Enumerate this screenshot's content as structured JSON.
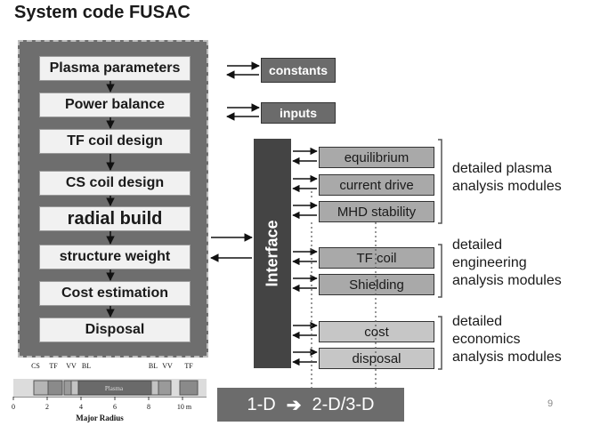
{
  "title": "System code FUSAC",
  "chain_steps": [
    {
      "label": "Plasma parameters"
    },
    {
      "label": "Power balance"
    },
    {
      "label": "TF coil design"
    },
    {
      "label": "CS coil design"
    },
    {
      "label": "radial build",
      "emphasis": true
    },
    {
      "label": "structure weight"
    },
    {
      "label": "Cost estimation"
    },
    {
      "label": "Disposal"
    }
  ],
  "side_boxes": {
    "constants": "constants",
    "inputs": "inputs"
  },
  "interface_label": "Interface",
  "modules": [
    {
      "label": "equilibrium",
      "group": "plasma"
    },
    {
      "label": "current drive",
      "group": "plasma"
    },
    {
      "label": "MHD stability",
      "group": "plasma"
    },
    {
      "label": "TF coil",
      "group": "engineering"
    },
    {
      "label": "Shielding",
      "group": "engineering"
    },
    {
      "label": "cost",
      "group": "economics"
    },
    {
      "label": "disposal",
      "group": "economics"
    }
  ],
  "group_labels": {
    "plasma": [
      "detailed plasma",
      "analysis modules"
    ],
    "engineering": [
      "detailed",
      "engineering",
      "analysis modules"
    ],
    "economics": [
      "detailed",
      "economics",
      "analysis modules"
    ]
  },
  "radial_build": {
    "components": [
      "CS",
      "TF",
      "VV",
      "BL",
      "BL",
      "VV",
      "TF"
    ],
    "plasma_label": "Plasma",
    "tick_labels": [
      "0",
      "2",
      "4",
      "6",
      "8",
      "10 m"
    ],
    "axis_label": "Major Radius"
  },
  "dimension": {
    "from": "1-D",
    "arrow": "➔",
    "to": "2-D/3-D"
  },
  "slide_number": "9",
  "colors": {
    "chain_bg": "#6e6e6e",
    "interface": "#444444",
    "module": "#a9a9a9",
    "module_light": "#c6c6c6",
    "dimension_box": "#6c6c6c"
  }
}
